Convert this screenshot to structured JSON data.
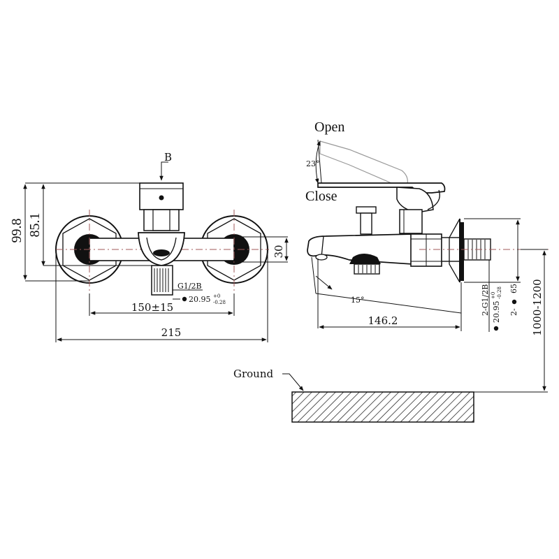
{
  "front_view": {
    "label_b": "B",
    "dim_height_total": "99.8",
    "dim_height_center": "85.1",
    "dim_body_height": "30",
    "dim_center_distance": "150±15",
    "dim_overall_width": "215",
    "thread_label": "G1/2B",
    "thread_diameter": "20.95",
    "thread_tol_upper": "+0",
    "thread_tol_lower": "-0.28"
  },
  "side_view": {
    "open_label": "Open",
    "close_label": "Close",
    "angle_lever": "23°",
    "angle_spout": "15°",
    "dim_depth": "146.2",
    "thread_label": "2-G1/2B",
    "thread_diameter": "20.95",
    "thread_tol_upper": "+0",
    "thread_tol_lower": "-0.28",
    "flange_label": "2-",
    "flange_diameter": "65",
    "mount_height": "1000-1200",
    "ground_label": "Ground"
  },
  "colors": {
    "line": "#111111",
    "center_line": "#a05a5a",
    "ghost_lever": "#999999"
  }
}
